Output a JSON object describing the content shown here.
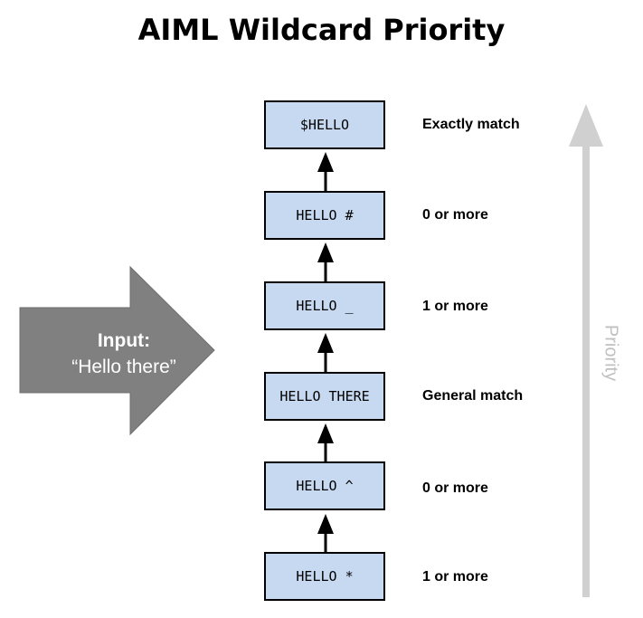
{
  "title": "AIML Wildcard Priority",
  "input": {
    "label": "Input:",
    "value": "“Hello there”"
  },
  "priority_label": "Priority",
  "patterns": [
    {
      "pattern": "$HELLO",
      "description": "Exactly match"
    },
    {
      "pattern": "HELLO #",
      "description": "0 or more"
    },
    {
      "pattern": "HELLO _",
      "description": "1 or more"
    },
    {
      "pattern": "HELLO THERE",
      "description": "General match"
    },
    {
      "pattern": "HELLO ^",
      "description": "0 or more"
    },
    {
      "pattern": "HELLO *",
      "description": "1 or more"
    }
  ],
  "colors": {
    "box_fill": "#c6d9f1",
    "input_arrow": "#808080",
    "priority_arrow": "#d0d0d0"
  }
}
